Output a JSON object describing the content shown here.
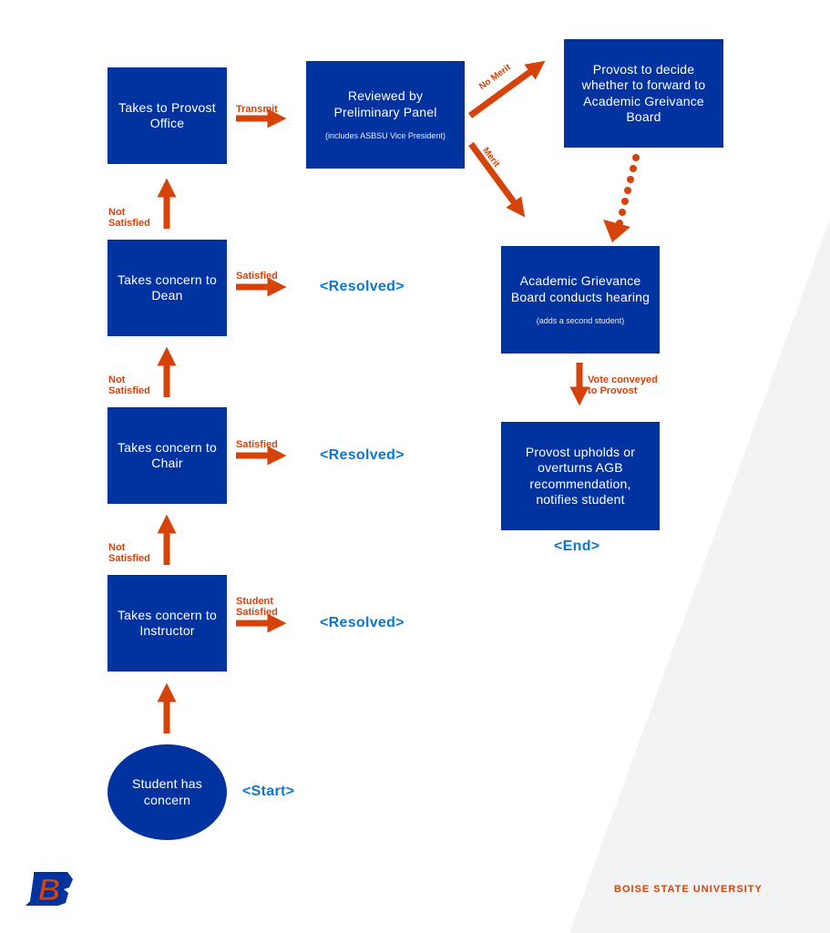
{
  "colors": {
    "box": "#0033a0",
    "arrow": "#d64309",
    "resolved": "#0b77d0",
    "background_shape": "#f2f3f5"
  },
  "boxes": {
    "start": {
      "text": "Student has concern"
    },
    "instructor": {
      "text": "Takes concern to Instructor"
    },
    "chair": {
      "text": "Takes concern to Chair"
    },
    "dean": {
      "text": "Takes concern to Dean"
    },
    "provost_office": {
      "text": "Takes to Provost Office"
    },
    "panel": {
      "text": "Reviewed by Preliminary Panel",
      "sub": "(includes ASBSU Vice President)"
    },
    "provost_decide": {
      "text": "Provost to decide whether to forward to Academic Greivance Board"
    },
    "agb": {
      "text": "Academic Grievance Board conducts hearing",
      "sub": "(adds a second student)"
    },
    "provost_final": {
      "text": "Provost upholds or overturns AGB recommendation, notifies student"
    }
  },
  "labels": {
    "start": "<Start>",
    "resolved_instructor": "<Resolved>",
    "resolved_chair": "<Resolved>",
    "resolved_dean": "<Resolved>",
    "end": "<End>",
    "student_satisfied": "Student\nSatisfied",
    "satisfied_chair": "Satisfied",
    "satisfied_dean": "Satisfied",
    "not_satisfied_instructor": "Not\nSatisfied",
    "not_satisfied_chair": "Not\nSatisfied",
    "not_satisfied_dean": "Not\nSatisfied",
    "transmit": "Transmit",
    "no_merit": "No Merit",
    "merit": "Merit",
    "vote_conveyed": "Vote conveyed\nto Provost"
  },
  "footer": {
    "university": "BOISE STATE UNIVERSITY",
    "logo_letter": "B"
  }
}
